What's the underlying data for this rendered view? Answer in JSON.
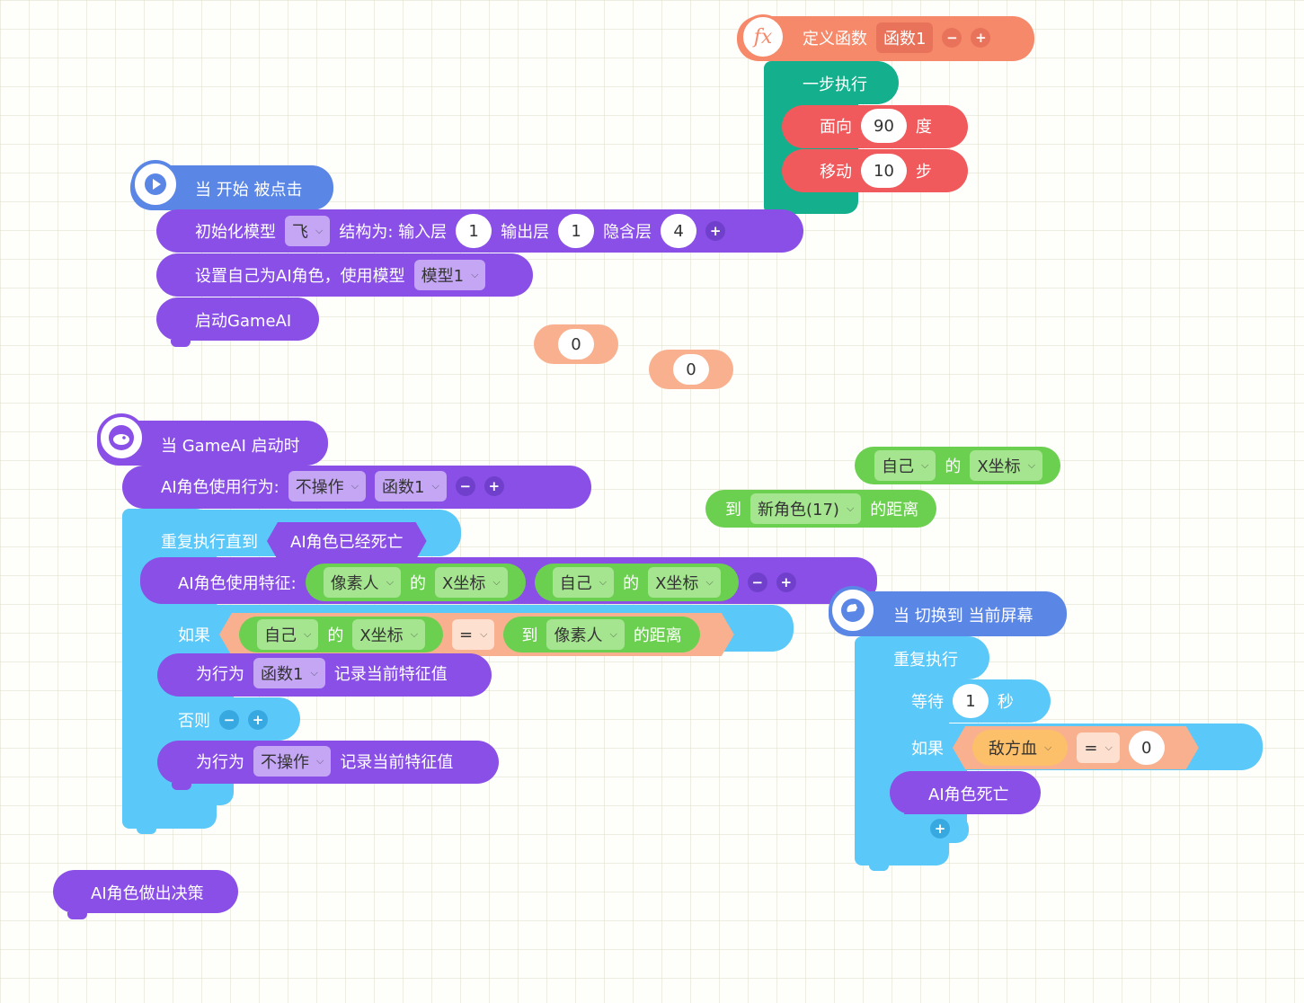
{
  "define_function": {
    "label": "定义函数",
    "name": "函数1",
    "step_label": "一步执行",
    "face_label": "面向",
    "face_value": "90",
    "face_unit": "度",
    "move_label": "移动",
    "move_value": "10",
    "move_unit": "步"
  },
  "start_script": {
    "hat_label": "当 开始 被点击",
    "init_label": "初始化模型",
    "init_model": "飞",
    "structure_label": "结构为: 输入层",
    "input_layer": "1",
    "output_label": "输出层",
    "output_layer": "1",
    "hidden_label": "隐含层",
    "hidden_layer": "4",
    "set_ai_label": "设置自己为AI角色，使用模型",
    "model_name": "模型1",
    "start_label": "启动GameAI"
  },
  "loose_values": {
    "v1": "0",
    "v2": "0"
  },
  "gameai_script": {
    "hat_label": "当 GameAI 启动时",
    "behavior_label": "AI角色使用行为:",
    "behavior_1": "不操作",
    "behavior_2": "函数1",
    "repeat_until_label": "重复执行直到",
    "dead_condition": "AI角色已经死亡",
    "feature_label": "AI角色使用特征:",
    "f1_obj": "像素人",
    "of": "的",
    "f1_prop": "X坐标",
    "f2_obj": "自己",
    "f2_prop": "X坐标",
    "if_label": "如果",
    "cond_obj": "自己",
    "cond_prop": "X坐标",
    "cond_op": "=",
    "to_label": "到",
    "dist_obj": "像素人",
    "dist_label": "的距离",
    "as_behavior_label": "为行为",
    "record_label": "记录当前特征值",
    "then_behavior": "函数1",
    "else_label": "否则",
    "else_behavior": "不操作"
  },
  "loose_reporters": {
    "self_obj": "自己",
    "of": "的",
    "self_prop": "X坐标",
    "to_label": "到",
    "target": "新角色(17)",
    "dist_label": "的距离"
  },
  "screen_script": {
    "hat_label": "当 切换到 当前屏幕",
    "forever_label": "重复执行",
    "wait_label": "等待",
    "wait_value": "1",
    "wait_unit": "秒",
    "if_label": "如果",
    "var_name": "敌方血",
    "op": "=",
    "compare_value": "0",
    "die_label": "AI角色死亡"
  },
  "loose_decide": {
    "label": "AI角色做出决策"
  },
  "colors": {
    "events": "#5a86e6",
    "ai": "#8a4fe6",
    "control": "#5ac8f8",
    "function": "#f5896a",
    "motion": "#f05a5c",
    "sensing": "#6bd04f"
  }
}
